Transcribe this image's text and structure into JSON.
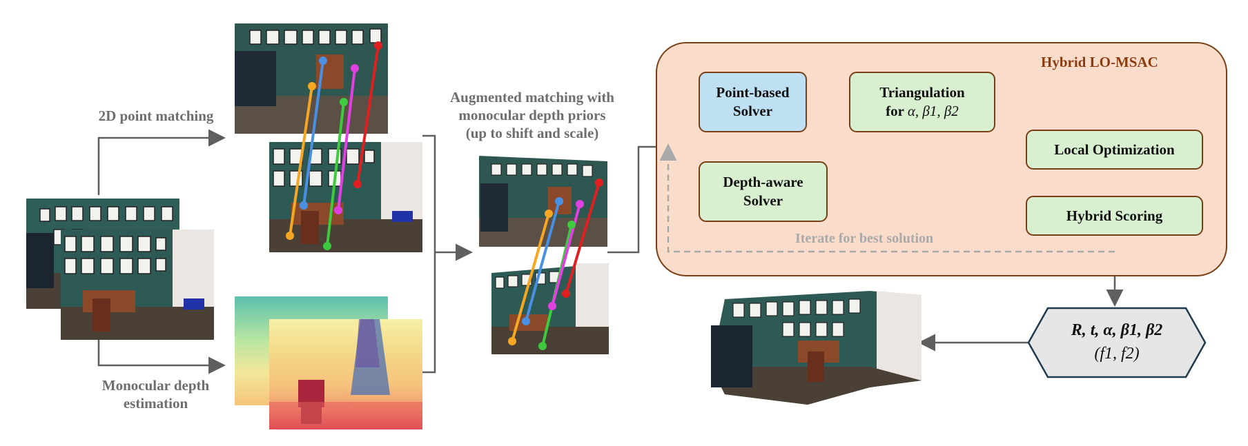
{
  "labels": {
    "point_matching": "2D point matching",
    "depth_estimation_line1": "Monocular depth",
    "depth_estimation_line2": "estimation",
    "augmented_line1": "Augmented matching with",
    "augmented_line2": "monocular depth priors",
    "augmented_line3": "(up to shift and scale)"
  },
  "msac": {
    "title": "Hybrid LO-MSAC",
    "point_solver_line1": "Point-based",
    "point_solver_line2": "Solver",
    "depth_solver_line1": "Depth-aware",
    "depth_solver_line2": "Solver",
    "triangulation_line1": "Triangulation",
    "triangulation_prefix": "for ",
    "triangulation_vars": "α, β1, β2",
    "local_opt": "Local Optimization",
    "hybrid_scoring": "Hybrid Scoring",
    "iterate": "Iterate for best solution"
  },
  "output": {
    "line1": "R, t, α, β1, β2",
    "line2": "(f1, f2)"
  },
  "colors": {
    "msac_fill": "#fadccb",
    "msac_border": "#7a3e15",
    "arrow": "#5f5f5f",
    "green_box": "#d8efd0",
    "blue_box": "#bfe0f3",
    "output_fill": "#e6e6e6",
    "output_border": "#1f3a4d",
    "match_colors": [
      "#f5a623",
      "#4a90e2",
      "#3ec93e",
      "#e040e0",
      "#e02020"
    ]
  }
}
